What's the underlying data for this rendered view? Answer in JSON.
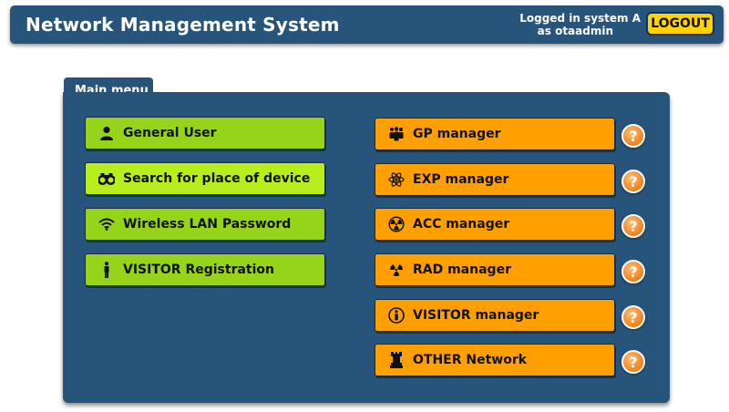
{
  "header": {
    "title": "Network Management System",
    "login_line1": "Logged in system A",
    "login_line2": "as otaadmin",
    "logout_label": "LOGOUT"
  },
  "main_menu": {
    "tab_label": "Main menu",
    "left_items": [
      {
        "label": "General User",
        "icon": "user-icon"
      },
      {
        "label": "Search for place of device",
        "icon": "binoculars-icon"
      },
      {
        "label": "Wireless LAN Password",
        "icon": "wifi-icon"
      },
      {
        "label": "VISITOR Registration",
        "icon": "person-standing-icon"
      }
    ],
    "right_items": [
      {
        "label": "GP manager",
        "icon": "group-icon"
      },
      {
        "label": "EXP manager",
        "icon": "atom-icon"
      },
      {
        "label": "ACC manager",
        "icon": "radiation-icon"
      },
      {
        "label": "RAD manager",
        "icon": "radiation-small-icon"
      },
      {
        "label": "VISITOR manager",
        "icon": "info-person-icon"
      },
      {
        "label": "OTHER Network",
        "icon": "chess-rook-icon"
      }
    ],
    "help_label": "?"
  },
  "colors": {
    "header_bg": "#26547b",
    "green_button": "#96d41b",
    "green_button_highlight": "#b7ee1c",
    "orange_button": "#ffa000",
    "logout_button": "#ffd200",
    "help_button": "#f07f1a"
  }
}
